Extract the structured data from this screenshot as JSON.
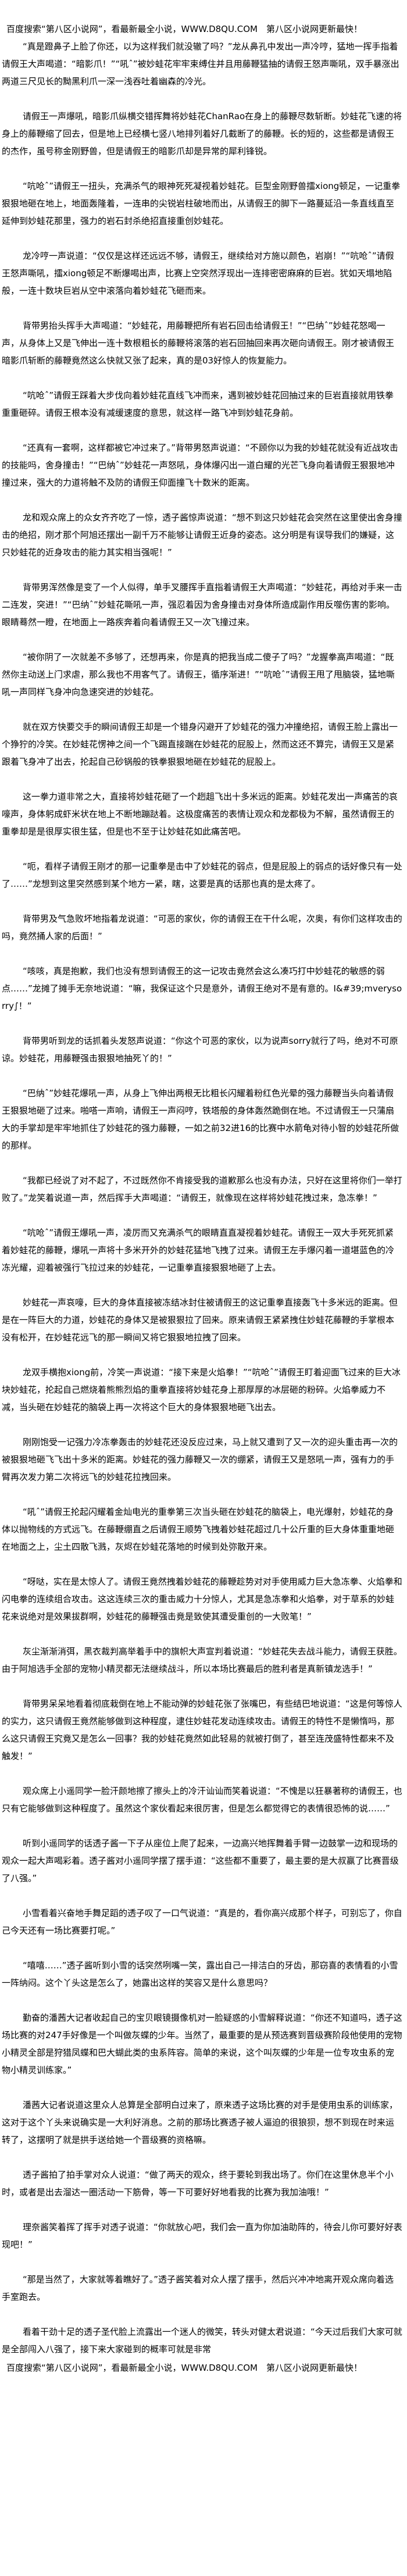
{
  "banner_top": "百度搜索“第八区小说网”，看最新最全小说，WWW.D8QU.COM　第八区小说网更新最快！",
  "paragraphs": [
    "“真是蹬鼻子上脸了你还，以为这样我们就没辙了吗？”龙从鼻孔中发出一声冷哼，猛地一挥手指着请假王大声喝道：“暗影爪！”“吼ˆ”被妙蛙花牢牢束缚住并且用藤鞭猛抽的请假王怒声嘶吼，双手暴涨出两道三尺见长的黝黑利爪一深一浅吞吐着幽森的冷光。",
    "请假王一声爆吼，暗影爪纵横交错挥舞将妙蛙花ChanRao在身上的藤鞭尽数斩断。妙蛙花飞速的将身上的藤鞭缩了回去，但是地上已经横七竖八地排列着好几截断了的藤鞭。长的短的，这些都是请假王的杰作，虽号称金刚野兽，但是请假王的暗影爪却是异常的犀利锋锐。",
    "“吭呛ˆ”请假王一扭头，充满杀气的眼神死死凝视着妙蛙花。巨型金刚野兽擂xiong顿足，一记重拳狠狠地砸在地上，地面轰隆着，一连串的尖锐岩柱破地而出，从请假王的脚下一路蔓延沿一条直线直至延伸到妙蛙花那里，强力的岩石封杀绝招直接重创妙蛙花。",
    "龙冷哼一声说道：“仅仅是这样还远远不够，请假王，继续给对方施以颜色，岩崩！”“吭呛ˆ”请假王怒声嘶吼，擂xiong顿足不断爆喝出声，比赛上空突然浮现出一连排密密麻麻的巨岩。犹如天塌地陷般，一连十数块巨岩从空中滚落向着妙蛙花飞砸而来。",
    "背带男抬头挥手大声喝道：“妙蛙花，用藤鞭把所有岩石回击给请假王！”“巴纳ˆ”妙蛙花怒喝一声，从身体上又是飞伸出一连十数根粗长的藤鞭将滚落的岩石回抽回来再次砸向请假王。刚才被请假王暗影爪斩断的藤鞭竟然这么快就又张了起来，真的是03好惊人的恢复能力。",
    "“吭呛ˆ”请假王踩着大步伐向着妙蛙花直线飞冲而来，遇到被妙蛙花回抽过来的巨岩直接就用铁拳重重砸碎。请假王根本没有减缓速度的意思，就这样一路飞冲到妙蛙花身前。",
    "“还真有一套啊，这样都被它冲过来了。”背带男怒声说道：“不顾你以为我的妙蛙花就没有近战攻击的技能吗，舍身撞击！”“巴纳ˆ”妙蛙花一声怒吼，身体爆闪出一道白耀的光芒飞身向着请假王狠狠地冲撞过来，强大的力道将触不及防的请假王仰面撞飞十数米的距离。",
    "龙和观众席上的众女齐齐吃了一惊，透子酱惊声说道：“想不到这只妙蛙花会突然在这里使出舍身撞击的绝招，刚才那个阿旭还摆出一副千万不能够让请假王近身的姿态。这分明是有误导我们的嫌疑，这只妙蛙花的近身攻击的能力其实相当强呢！”",
    "背带男浑然像是变了一个人似得，单手叉腰挥手直指着请假王大声喝道：“妙蛙花，再给对手来一击二连发，突进！”“巴纳ˆ”妙蛙花嘶吼一声，强忍着因为舍身撞击对身体所造成副作用反噬伤害的影响。眼睛蓦然一瞪，在地面上一路疾奔着向着请假王又一次飞撞过来。",
    "“被你阴了一次就差不多够了，还想再来，你是真的把我当成二傻子了吗？”龙握拳高声喝道：“既然你主动送上门求虐，那么我也不用客气了。请假王，循序渐进！”“吭呛ˆ”请假王甩了甩脑袋，猛地嘶吼一声同样飞身冲向急速突进的妙蛙花。",
    "就在双方快要交手的瞬间请假王却是一个错身闪避开了妙蛙花的强力冲撞绝招，请假王脸上露出一个狰狞的冷笑。在妙蛙花愣神之间一个飞踢直接踹在妙蛙花的屁股上，然而这还不算完，请假王又是紧跟着飞身冲了出去，抡起自己砂锅般的铁拳狠狠地砸在妙蛙花的屁股上。",
    "这一拳力道非常之大，直接将妙蛙花砸了一个趔趄飞出十多米远的距离。妙蛙花发出一声痛苦的哀嚎声，身体躬成虾米状在地上不断地蹦跶着。这极度痛苦的表情让观众和龙都极为不解，虽然请假王的重拳却是是很厚实很生猛，但是也不至于让妙蛙花如此痛苦吧。",
    "“呃，看样子请假王刚才的那一记重拳是击中了妙蛙花的弱点，但是屁股上的弱点的话好像只有一处了……”龙想到这里突然感到某个地方一紧，瞎，这要是真的话那也真的是太疼了。",
    "背带男及气急败坏地指着龙说道：“可恶的家伙，你的请假王在干什么呢，次奥，有你们这样攻击的吗，竟然捅人家的后面！”",
    "“咳咳，真是抱歉，我们也没有想到请假王的这一记攻击竟然会这么凑巧打中妙蛙花的敏感的弱点……”龙摊了摊手无奈地说道：“嘛，我保证这个只是意外，请假王绝对不是有意的。I&#39;mverysorry∫！”",
    "背带男听到龙的话抓着头发怒声说道：“你这个可恶的家伙，以为说声sorry就行了吗，绝对不可原谅。妙蛙花，用藤鞭强击狠狠地抽死丫的！”",
    "“巴纳ˆ”妙蛙花爆吼一声，从身上飞伸出两根无比粗长闪耀着粉红色光晕的强力藤鞭当头向着请假王狠狠地砸了过来。啪嗒一声响，请假王一声闷哼，铁塔般的身体轰然跪倒在地。不过请假王一只蒲扇大的手掌却是牢牢地抓住了妙蛙花的强力藤鞭，一如之前32进16的比赛中水箭龟对待小智的妙蛙花所做的那样。",
    "“我都已经说了对不起了，不过既然你不肯接受我的道歉那么也没有办法，只好在这里将你们一举打败了。”龙笑着说道一声，然后挥手大声喝道：“请假王，就像现在这样将妙蛙花拽过来，急冻拳！”",
    "“吭呛ˆ”请假王爆吼一声，凌厉而又充满杀气的眼睛直直凝视着妙蛙花。请假王一双大手死死抓紧着妙蛙花的藤鞭，爆吼一声将十多米开外的妙蛙花猛地飞拽了过来。请假王左手爆闪着一道堪蓝色的冷冻光耀，迎着被强行飞拉过来的妙蛙花，一记重拳直接狠狠地砸了上去。",
    "妙蛙花一声哀嚎，巨大的身体直接被冻结冰封住被请假王的这记重拳直接轰飞十多米远的距离。但是在一阵巨大的力道，妙蛙花的身体又是被狠狠拉了回来。原来请假王紧紧拽住妙蛙花藤鞭的手掌根本没有松开，在妙蛙花远飞的那一瞬间又将它狠狠地拉拽了回来。",
    "龙双手横抱xiong前，冷笑一声说道：“接下来是火焰拳！”“吭呛ˆ”请假王盯着迎面飞过来的巨大冰块妙蛙花，抡起自己燃烧着熊熊烈焰的重拳直接将妙蛙花身上那厚厚的冰层砸的粉碎。火焰拳威力不减，当头砸在妙蛙花的脑袋上再一次将这个巨大的身体狠狠地砸飞出去。",
    "刚刚饱受一记强力冷冻拳轰击的妙蛙花还没反应过来，马上就又遭到了又一次的迎头重击再一次的被狠狠地砸飞飞出十多米的距离。妙蛙花的强力藤鞭又一次的绷紧，请假王又是怒吼一声，强有力的手臂再次发力第二次将远飞的妙蛙花拉拽回来。",
    "“吼ˆ”请假王抡起闪耀着金灿电光的重拳第三次当头砸在妙蛙花的脑袋上，电光爆射，妙蛙花的身体以抛物线的方式远飞。在藤鞭绷直之后请假王顺势飞拽着妙蛙花超过几十公斤重的巨大身体重重地砸在地面之上，尘土四散飞溅，灰烬在妙蛙花落地的时候到处弥散开来。",
    "“呀哒，实在是太惊人了。请假王竟然拽着妙蛙花的藤鞭趁势对对手使用威力巨大急冻拳、火焰拳和闪电拳的连续组合攻击。这这连续三次的重击威力十分惊人，尤其是急冻拳和火焰拳，对于草系的妙蛙花来说绝对是效果拔群啊，妙蛙花的藤鞭强击竟是致使其遭受重创的一大败笔！”",
    "灰尘渐渐消弭，黑衣裁判高举着手中的旗帜大声宣判着说道：“妙蛙花失去战斗能力，请假王获胜。由于阿旭选手全部的宠物小精灵都无法继续战斗，所以本场比赛最后的胜利者是真新镇龙选手！”",
    "背带男呆呆地看着彻底栽倒在地上不能动弹的妙蛙花张了张嘴巴，有些结巴地说道：“这是何等惊人的实力，这只请假王竟然能够做到这种程度，逮住妙蛙花发动连续攻击。请假王的特性不是懒惰吗，那么这只请假王究竟又是怎么一回事？我的妙蛙花竟然如此轻易的就被打倒了，甚至连茂盛特性都来不及触发！”",
    "观众席上小遥同学一脸汗颜地擦了擦头上的冷汗讪讪而笑着说道：“不愧是以狂暴著称的请假王，也只有它能够做到这种程度了。虽然这个家伙看起来很厉害，但是怎么都觉得它的表情很恐怖的说……”",
    "听到小遥同学的话透子酱一下子从座位上爬了起来，一边高兴地挥舞着手臂一边鼓掌一边和现场的观众一起大声喝彩着。透子酱对小遥同学摆了摆手道：“这些都不重要了，最主要的是大叔赢了比赛晋级了八强。”",
    "小雪看着兴奋地手舞足蹈的透子叹了一口气说道：“真是的，看你高兴成那个样子，可别忘了，你自己今天还有一场比赛要打呢。”",
    "“嘻嘻……”透子酱听到小雪的话突然咧嘴一笑，露出自己一排洁白的牙齿，那窃喜的表情看的小雪一阵纳闷。这个丫头这是怎么了，她露出这样的笑容又是什么意思吗？",
    "勤奋的潘茜大记者收起自己的宝贝眼镜摄像机对一脸疑惑的小雪解释说道：“你还不知道吗，透子这场比赛的对247手好像是一个叫做灰蝶的少年。当然了，最重要的是从预选赛到晋级赛阶段他使用的宠物小精灵全部是狩猎凤蝶和巴大蝴此类的虫系阵容。简单的来说，这个叫灰蝶的少年是一位专攻虫系的宠物小精灵训练家。”",
    "潘茜大记者说道这里众人总算是全部明白过来了，原来透子这场比赛的对手是使用虫系的训练家，这对于这个丫头来说确实是一大利好消息。之前的那场比赛透子被人逼迫的很狼狈，想不到现在时来运转了，这摆明了就是拱手送给她一个晋级赛的资格嘛。",
    "透子酱拍了拍手掌对众人说道：“做了两天的观众，终于要轮到我出场了。你们在这里休息半个小时，或者是出去溜达一圈活动一下筋骨，等一下可要好好地看我的比赛为我加油哦！”",
    "理奈酱笑着挥了挥手对透子说道：“你就放心吧，我们会一直为你加油助阵的，待会儿你可要好好表现吧！”",
    "“那是当然了，大家就等着瞧好了。”透子酱笑着对众人摆了摆手，然后兴冲冲地离开观众席向着选手室跑去。",
    "看着干劲十足的透子圣代脸上流露出一个迷人的微笑，转头对健太君说道：“今天过后我们大家可就是全部闯入八强了，接下来大家碰到的概率可就是非常"
  ],
  "banner_bottom": "百度搜索“第八区小说网”，看最新最全小说，WWW.D8QU.COM　第八区小说网更新最快！"
}
